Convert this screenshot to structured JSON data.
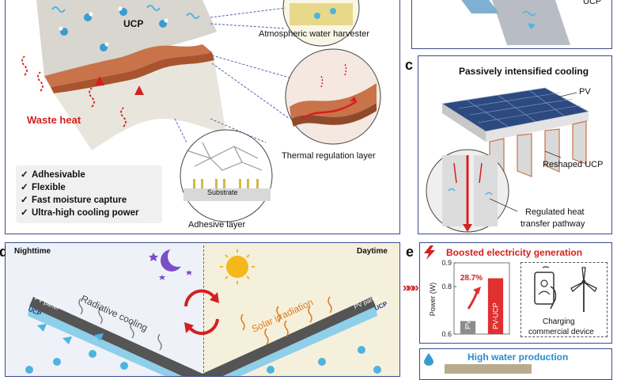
{
  "panel_a": {
    "ucp_label": "UCP",
    "waste_heat": "Waste heat",
    "atmospheric_water_harvester": "Atmospheric water harvester",
    "thermal_regulation_layer": "Thermal regulation layer",
    "adhesive_layer": "Adhesive layer",
    "substrate": "Substrate",
    "features": [
      "Adhesivable",
      "Flexible",
      "Fast moisture capture",
      "Ultra-high cooling power"
    ],
    "check_symbol": "✓"
  },
  "panel_b": {
    "ucp_label_partial": "UCP"
  },
  "panel_c": {
    "letter": "c",
    "title": "Passively intensified cooling",
    "pv_label": "PV",
    "reshaped_ucp": "Reshaped UCP",
    "regulated_line1": "Regulated heat",
    "regulated_line2": "transfer pathway"
  },
  "panel_d": {
    "letter": "d",
    "nighttime": "Nighttime",
    "daytime": "Daytime",
    "radiative_cooling": "Radiative cooling",
    "solar_irradiation": "Solar irradiation",
    "pv_panel_left": "PV panel",
    "ucp_left": "UCP",
    "pv_panel_right": "PV panel",
    "ucp_right": "UCP"
  },
  "panel_e": {
    "letter": "e",
    "title": "Boosted electricity generation",
    "charging_line1": "Charging",
    "charging_line2": "commercial device",
    "water_title": "High water production",
    "increase_label": "28.7%"
  },
  "chart_data": {
    "type": "bar",
    "categories": [
      "PV",
      "PV-UCP"
    ],
    "values": [
      0.655,
      0.835
    ],
    "ylabel": "Power (W)",
    "ylim": [
      0.6,
      0.9
    ],
    "yticks": [
      "0.6",
      "0.8",
      "0.9"
    ],
    "annotation": "28.7%",
    "colors": [
      "#8c8c8c",
      "#e03030"
    ]
  },
  "colors": {
    "frame": "#3b4a8c",
    "accent_red": "#d32020",
    "ucp_blue": "#6ac1e0",
    "pv_gray": "#5b5b5b",
    "thermal_brown": "#c9734a"
  },
  "arrows_label": "»»»"
}
